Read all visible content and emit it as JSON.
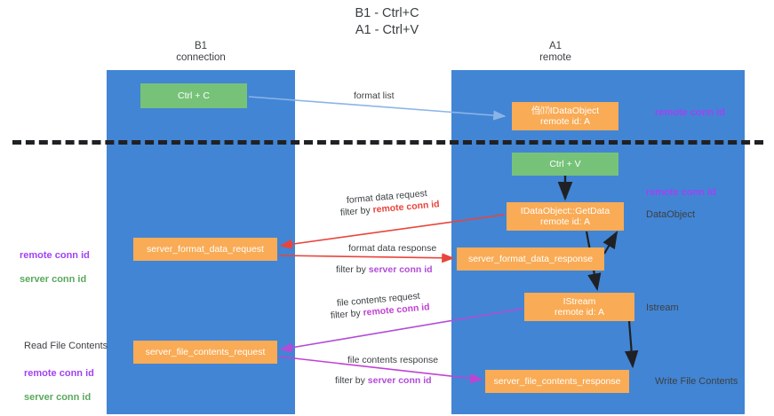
{
  "title": "B1 - Ctrl+C\nA1 - Ctrl+V",
  "lanes": [
    {
      "name": "b1",
      "heading": "B1\nconnection"
    },
    {
      "name": "a1",
      "heading": "A1\nremote"
    }
  ],
  "boxes": {
    "ctrl_c": "Ctrl + C",
    "idataobject": "㑇⒄IDataObject\nremote id: A",
    "ctrl_v": "Ctrl + V",
    "getdata": "IDataObject::GetData\nremote id: A",
    "server_format_data_request": "server_format_data_request",
    "server_format_data_response": "server_format_data_response",
    "istream": "IStream\nremote id: A",
    "server_file_contents_request": "server_file_contents_request",
    "server_file_contents_response": "server_file_contents_response"
  },
  "annotations": {
    "remote_conn_id_top": "remote conn id",
    "remote_conn_id_mid": "remote conn id",
    "dataobject": "DataObject",
    "istream": "Istream",
    "write_file_contents": "Write File Contents",
    "read_file_contents": "Read File Contents",
    "remote_conn_id_left": "remote conn id",
    "server_conn_id_left": "server conn id",
    "remote_conn_id_left2": "remote conn id",
    "server_conn_id_left2": "server conn id"
  },
  "edge_labels": {
    "format_list": "format list",
    "format_data_request": "format data request",
    "format_data_request_filter_prefix": "filter by ",
    "format_data_request_filter_value": "remote conn id",
    "format_data_response": "format data response",
    "format_data_response_filter_prefix": "filter by ",
    "format_data_response_filter_value": "server conn id",
    "file_contents_request": "file contents request",
    "file_contents_request_filter_prefix": "filter by ",
    "file_contents_request_filter_value": "remote conn id",
    "file_contents_response": "file contents response",
    "file_contents_response_filter_prefix": "filter by ",
    "file_contents_response_filter_value": "server conn id"
  },
  "colors": {
    "lane": "#4285d4",
    "green_box": "#77c279",
    "orange_box": "#f9ab55",
    "purple_text": "#a142f4",
    "green_text": "#5aa85c",
    "red_arrow": "#e8453c",
    "violet_arrow": "#b24bd8",
    "magenta_arrow": "#c042d4",
    "blue_arrow": "#8ab4e8",
    "dark_arrow": "#202124",
    "divider": "#202124"
  }
}
